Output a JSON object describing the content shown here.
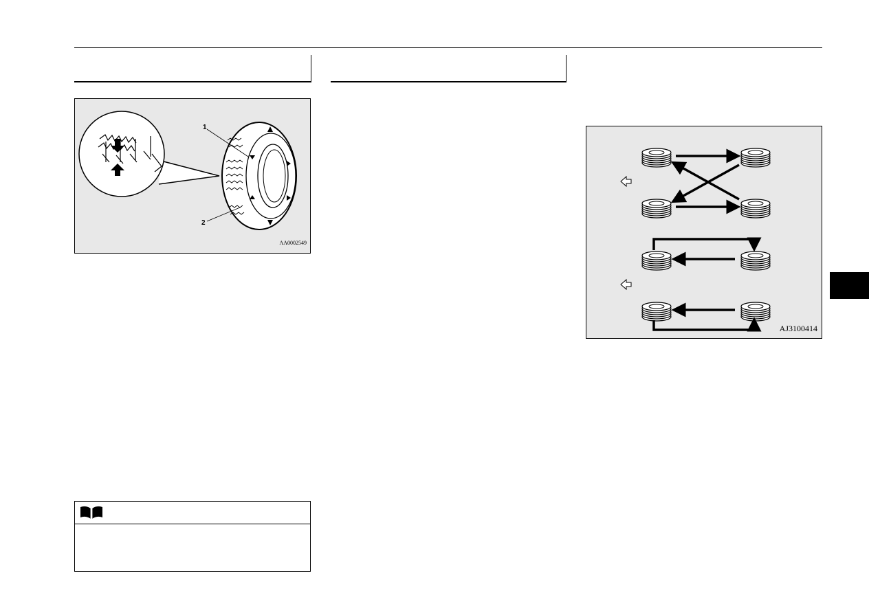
{
  "figures": {
    "tire_wear_indicator": {
      "code": "AA0002549",
      "callouts": [
        "1",
        "2"
      ]
    },
    "tire_rotation": {
      "code": "AJ3100414"
    }
  },
  "icons": {
    "note_icon": "open-book-icon",
    "front_arrow": "outline-arrow-left-icon"
  }
}
